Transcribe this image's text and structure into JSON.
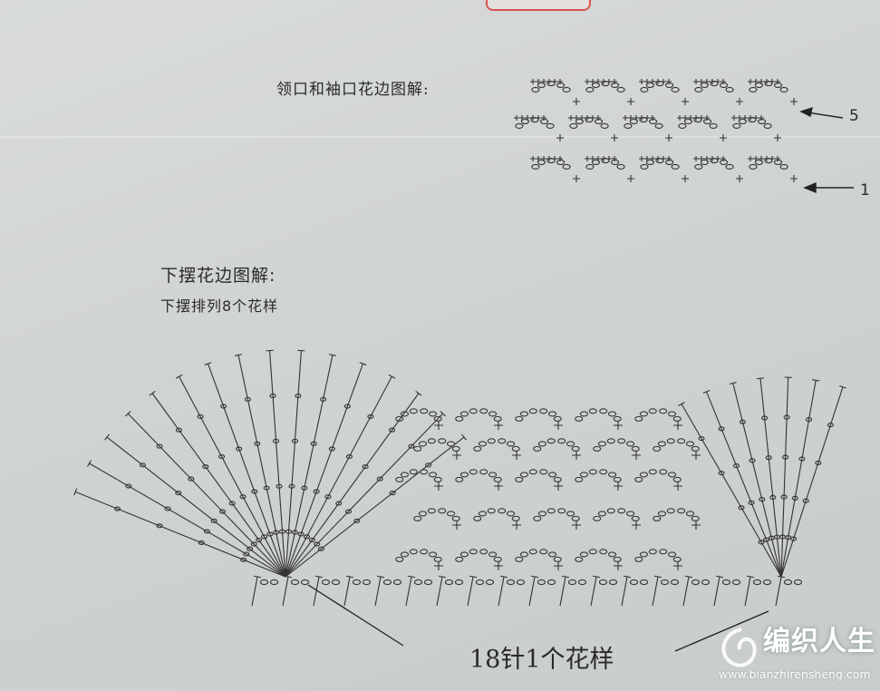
{
  "neckline_title": "领口和袖口花边图解:",
  "hem_title": "下摆花边图解:",
  "hem_subtitle": "下摆排列8个花样",
  "row_label_top": "5",
  "row_label_bottom": "1",
  "caption": "18针1个花样",
  "watermark": {
    "name": "编织人生",
    "url": "www.bianzhirensheng.com"
  }
}
